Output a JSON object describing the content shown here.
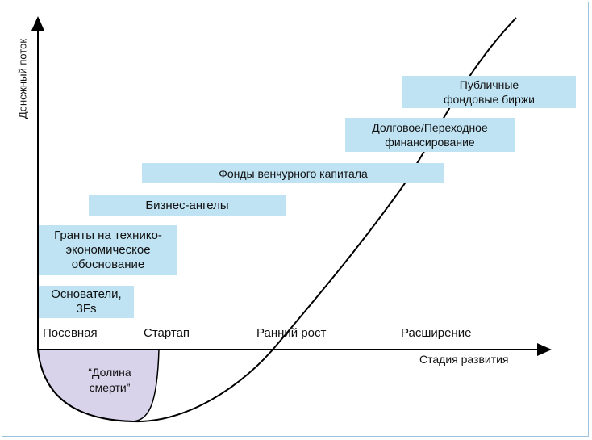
{
  "axes": {
    "y_label": "Денежный поток",
    "x_label": "Стадия развития"
  },
  "stages": [
    "Посевная",
    "Стартап",
    "Ранний рост",
    "Расширение"
  ],
  "financing_boxes": [
    {
      "label": "Основатели,\n3Fs"
    },
    {
      "label": "Гранты на технико-\nэкономическое\nобоснование"
    },
    {
      "label": "Бизнес-ангелы"
    },
    {
      "label": "Фонды венчурного капитала"
    },
    {
      "label": "Долговое/Переходное\nфинансирование"
    },
    {
      "label": "Публичные\nфондовые биржи"
    }
  ],
  "valley_label": "“Долина\nсмерти”",
  "colors": {
    "box_fill": "#bfe3f3",
    "valley_fill": "#d8d3ea",
    "axis": "#000000"
  }
}
